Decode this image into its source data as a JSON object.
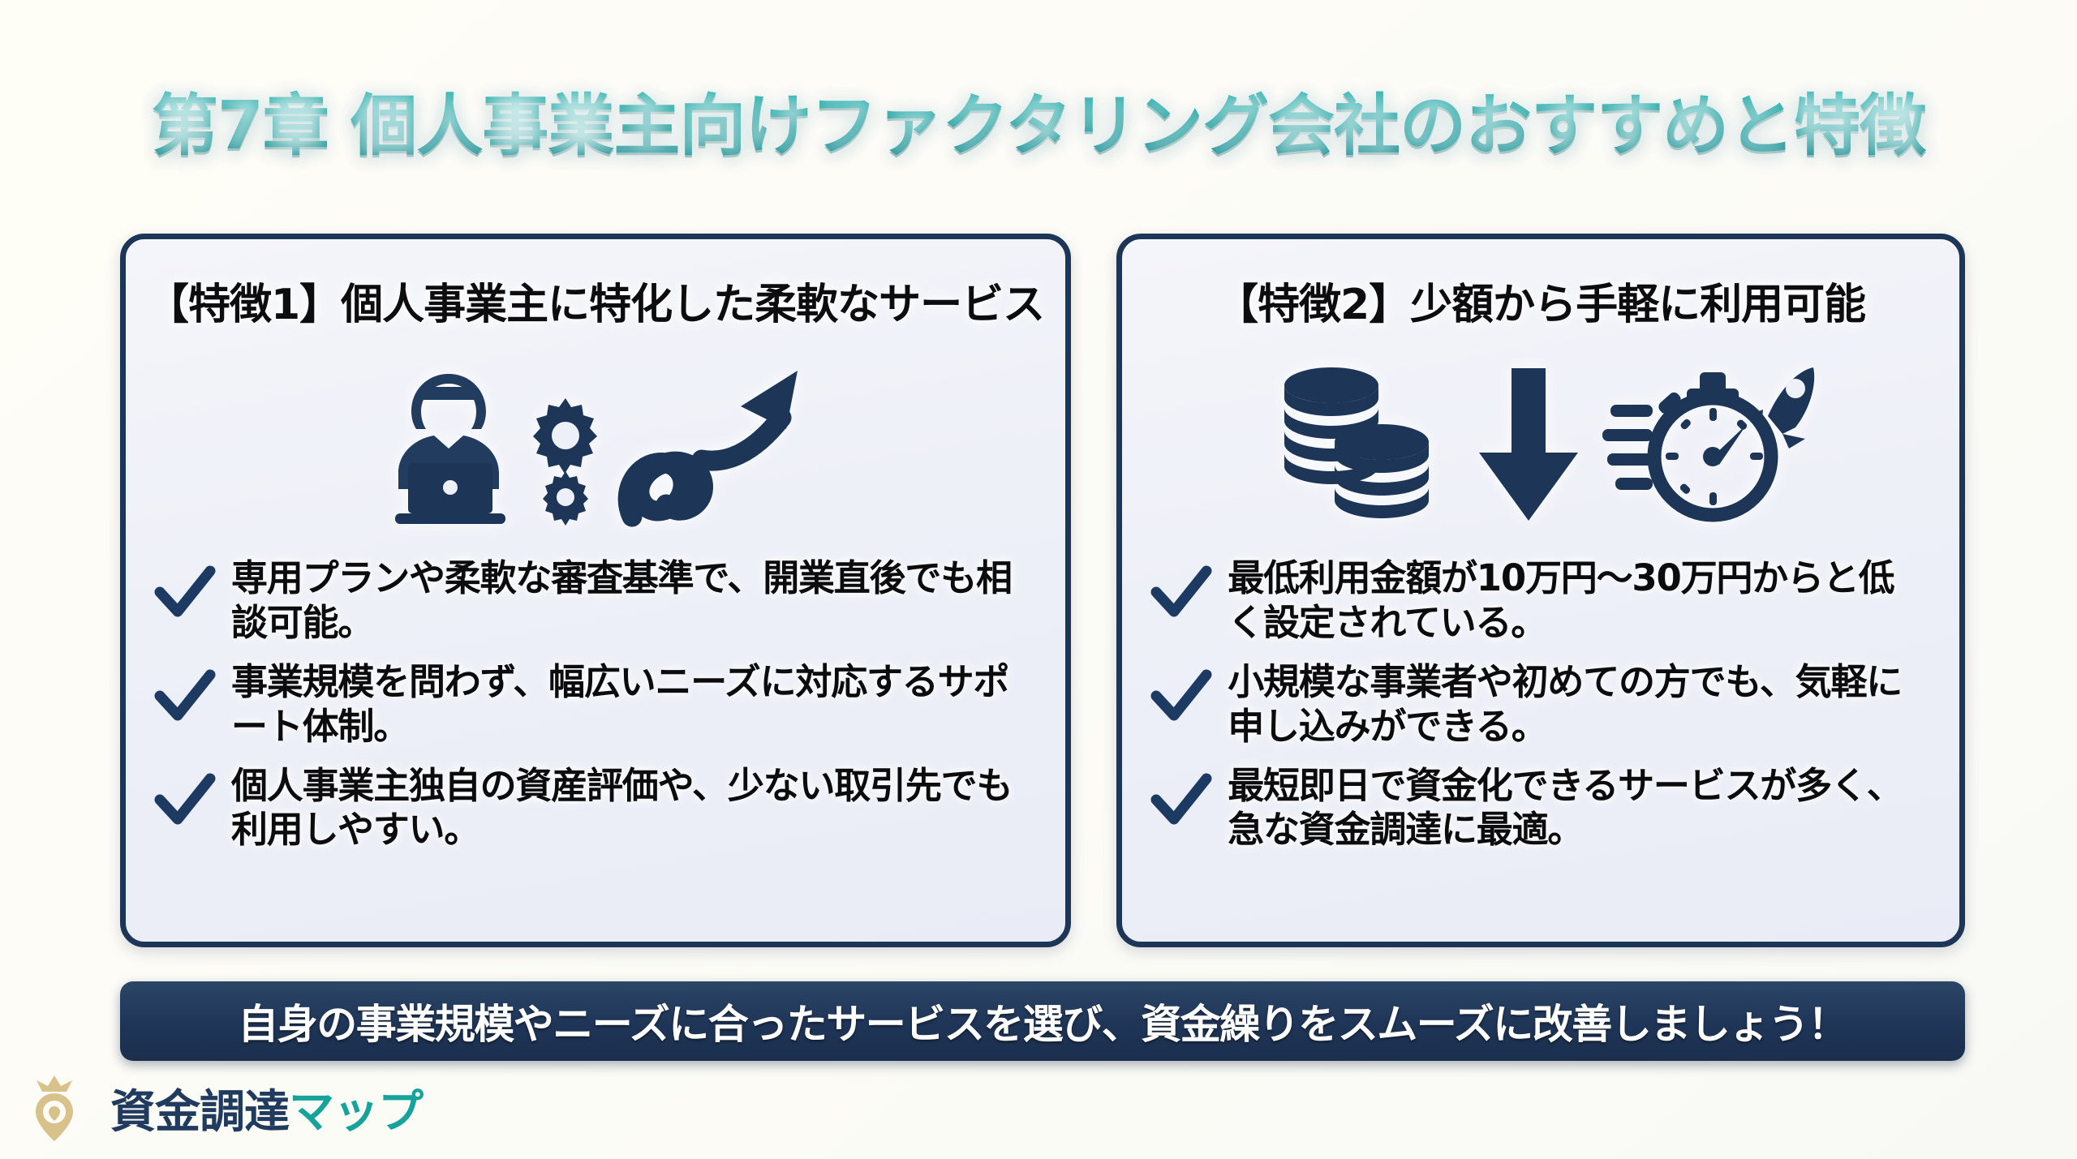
{
  "slide": {
    "title": "第7章 個人事業主向けファクタリング会社のおすすめと特徴",
    "title_color": "#17a3a3",
    "background_color": "#fdfdf8"
  },
  "cards": [
    {
      "heading": "【特徴1】個人事業主に特化した柔軟なサービス",
      "icons": [
        "person-laptop-icon",
        "gear-icon",
        "small-gear-icon",
        "spiral-growth-arrow-icon"
      ],
      "bullets": [
        "専用プランや柔軟な審査基準で、開業直後でも相談可能。",
        "事業規模を問わず、幅広いニーズに対応するサポート体制。",
        "個人事業主独自の資産評価や、少ない取引先でも利用しやすい。"
      ]
    },
    {
      "heading": "【特徴2】少額から手軽に利用可能",
      "icons": [
        "coin-stack-icon",
        "down-arrow-icon",
        "stopwatch-icon",
        "rocket-icon"
      ],
      "bullets": [
        "最低利用金額が10万円～30万円からと低く設定されている。",
        "小規模な事業者や初めての方でも、気軽に申し込みができる。",
        "最短即日で資金化できるサービスが多く、急な資金調達に最適。"
      ]
    }
  ],
  "banner": {
    "text": "自身の事業規模やニーズに合ったサービスを選び、資金繰りをスムーズに改善しましょう！",
    "background_color": "#1f3557",
    "text_color": "#ffffff"
  },
  "footer": {
    "logo_icon": "crown-map-pin-icon",
    "logo_text_dark": "資金調達",
    "logo_text_teal": "マップ",
    "dark_color": "#213b5e",
    "teal_color": "#16a39c",
    "crown_color": "#d9c18a"
  },
  "theme": {
    "navy": "#1d3557",
    "card_bg": "#eef0f8",
    "checkmark_color": "#1d3a63"
  }
}
